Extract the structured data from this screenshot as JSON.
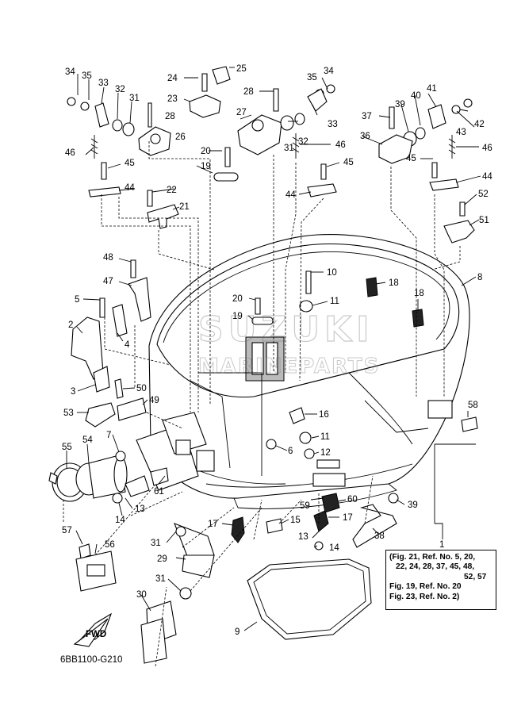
{
  "drawing_code": "6BB1100-G210",
  "fwd_label": "FWD",
  "watermark_top": "SUZUKI",
  "watermark_bottom": "MARINEPARTS",
  "note": {
    "lines": [
      "(Fig. 21, Ref. No. 5, 20,",
      "22, 24, 28, 37, 45, 48,",
      "52, 57",
      "Fig. 19, Ref. No. 20",
      "Fig. 23, Ref. No. 2)"
    ],
    "ref": "1"
  },
  "callouts": [
    {
      "id": "c1",
      "text": "34"
    },
    {
      "id": "c2",
      "text": "35"
    },
    {
      "id": "c3",
      "text": "33"
    },
    {
      "id": "c4",
      "text": "32"
    },
    {
      "id": "c5",
      "text": "31"
    },
    {
      "id": "c6",
      "text": "28"
    },
    {
      "id": "c7",
      "text": "26"
    },
    {
      "id": "c8",
      "text": "46"
    },
    {
      "id": "c9",
      "text": "45"
    },
    {
      "id": "c10",
      "text": "44"
    },
    {
      "id": "c11",
      "text": "24"
    },
    {
      "id": "c12",
      "text": "25"
    },
    {
      "id": "c13",
      "text": "23"
    },
    {
      "id": "c14",
      "text": "28"
    },
    {
      "id": "c15",
      "text": "27"
    },
    {
      "id": "c16",
      "text": "20"
    },
    {
      "id": "c17",
      "text": "19"
    },
    {
      "id": "c18",
      "text": "22"
    },
    {
      "id": "c19",
      "text": "21"
    },
    {
      "id": "c20",
      "text": "34"
    },
    {
      "id": "c21",
      "text": "35"
    },
    {
      "id": "c22",
      "text": "33"
    },
    {
      "id": "c23",
      "text": "31"
    },
    {
      "id": "c24",
      "text": "32"
    },
    {
      "id": "c25",
      "text": "46"
    },
    {
      "id": "c26",
      "text": "45"
    },
    {
      "id": "c27",
      "text": "44"
    },
    {
      "id": "c28",
      "text": "41"
    },
    {
      "id": "c29",
      "text": "37"
    },
    {
      "id": "c30",
      "text": "39"
    },
    {
      "id": "c31",
      "text": "40"
    },
    {
      "id": "c32",
      "text": "42"
    },
    {
      "id": "c33",
      "text": "43"
    },
    {
      "id": "c34",
      "text": "36"
    },
    {
      "id": "c35",
      "text": "46"
    },
    {
      "id": "c36",
      "text": "45"
    },
    {
      "id": "c37",
      "text": "44"
    },
    {
      "id": "c38",
      "text": "52"
    },
    {
      "id": "c39",
      "text": "51"
    },
    {
      "id": "c40",
      "text": "48"
    },
    {
      "id": "c41",
      "text": "47"
    },
    {
      "id": "c42",
      "text": "5"
    },
    {
      "id": "c43",
      "text": "2"
    },
    {
      "id": "c44",
      "text": "4"
    },
    {
      "id": "c45",
      "text": "10"
    },
    {
      "id": "c46",
      "text": "18"
    },
    {
      "id": "c47",
      "text": "8"
    },
    {
      "id": "c48",
      "text": "20"
    },
    {
      "id": "c49",
      "text": "11"
    },
    {
      "id": "c50",
      "text": "18"
    },
    {
      "id": "c51",
      "text": "19"
    },
    {
      "id": "c52",
      "text": "3"
    },
    {
      "id": "c53",
      "text": "50"
    },
    {
      "id": "c54",
      "text": "49"
    },
    {
      "id": "c55",
      "text": "53"
    },
    {
      "id": "c56",
      "text": "16"
    },
    {
      "id": "c57",
      "text": "58"
    },
    {
      "id": "c58",
      "text": "7"
    },
    {
      "id": "c59",
      "text": "11"
    },
    {
      "id": "c60",
      "text": "55"
    },
    {
      "id": "c61",
      "text": "54"
    },
    {
      "id": "c62",
      "text": "6"
    },
    {
      "id": "c63",
      "text": "12"
    },
    {
      "id": "c64",
      "text": "61"
    },
    {
      "id": "c65",
      "text": "13"
    },
    {
      "id": "c66",
      "text": "14"
    },
    {
      "id": "c67",
      "text": "59"
    },
    {
      "id": "c68",
      "text": "60"
    },
    {
      "id": "c69",
      "text": "39"
    },
    {
      "id": "c70",
      "text": "17"
    },
    {
      "id": "c71",
      "text": "15"
    },
    {
      "id": "c72",
      "text": "17"
    },
    {
      "id": "c73",
      "text": "13"
    },
    {
      "id": "c74",
      "text": "38"
    },
    {
      "id": "c75",
      "text": "14"
    },
    {
      "id": "c76",
      "text": "57"
    },
    {
      "id": "c77",
      "text": "56"
    },
    {
      "id": "c78",
      "text": "31"
    },
    {
      "id": "c79",
      "text": "29"
    },
    {
      "id": "c80",
      "text": "31"
    },
    {
      "id": "c81",
      "text": "30"
    },
    {
      "id": "c82",
      "text": "9"
    }
  ]
}
